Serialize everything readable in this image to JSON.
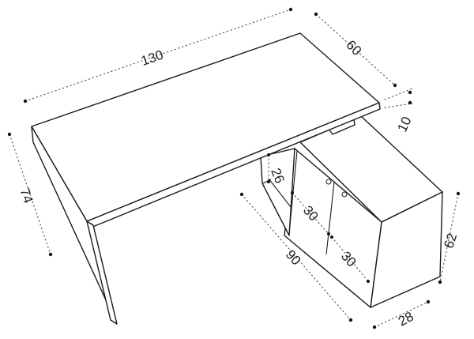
{
  "diagram": {
    "dimensions": {
      "desk_length": "130",
      "desk_depth": "60",
      "top_thickness": "10",
      "desk_height": "74",
      "shelf_height": "26",
      "door_left_width": "30",
      "door_right_width": "30",
      "cabinet_length": "90",
      "cabinet_height": "62",
      "cabinet_depth": "28"
    }
  }
}
